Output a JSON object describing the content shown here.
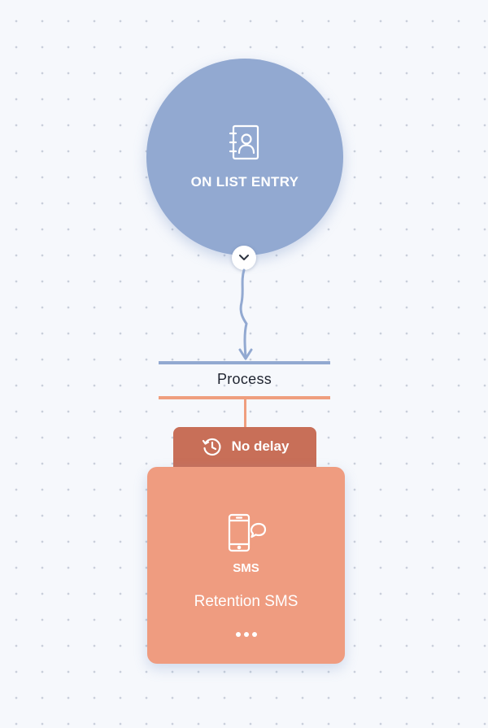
{
  "trigger": {
    "label": "ON LIST ENTRY",
    "icon": "contact-list-icon",
    "color": "#92a9d1"
  },
  "expand_toggle": {
    "icon": "chevron-down-icon"
  },
  "process": {
    "label": "Process",
    "top_color": "#92a9d1",
    "bottom_color": "#ef9e7e"
  },
  "delay": {
    "label": "No delay",
    "icon": "history-clock-icon",
    "color": "#c86f58"
  },
  "action": {
    "type_label": "SMS",
    "title": "Retention SMS",
    "icon": "mobile-sms-icon",
    "color": "#ef9c80",
    "more_icon": "more-dots-icon"
  }
}
